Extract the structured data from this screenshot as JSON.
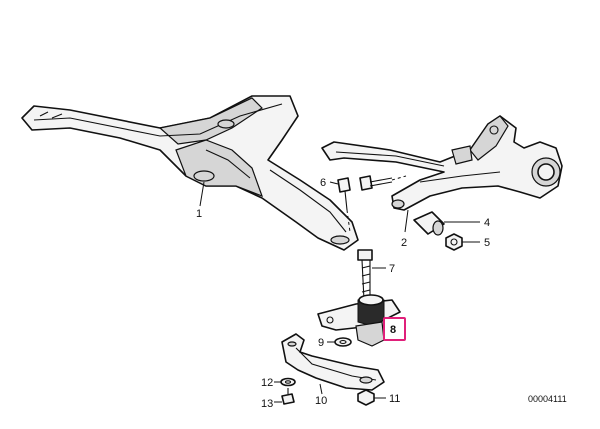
{
  "colors": {
    "highlight": "#e0207a",
    "line": "#111111"
  },
  "callouts": {
    "c1": "1",
    "c2": "2",
    "c4": "4",
    "c5": "5",
    "c6": "6",
    "c7": "7",
    "c8": "8",
    "c9": "9",
    "c10": "10",
    "c11": "11",
    "c12": "12",
    "c13": "13"
  },
  "diagram_ref": "00004111"
}
